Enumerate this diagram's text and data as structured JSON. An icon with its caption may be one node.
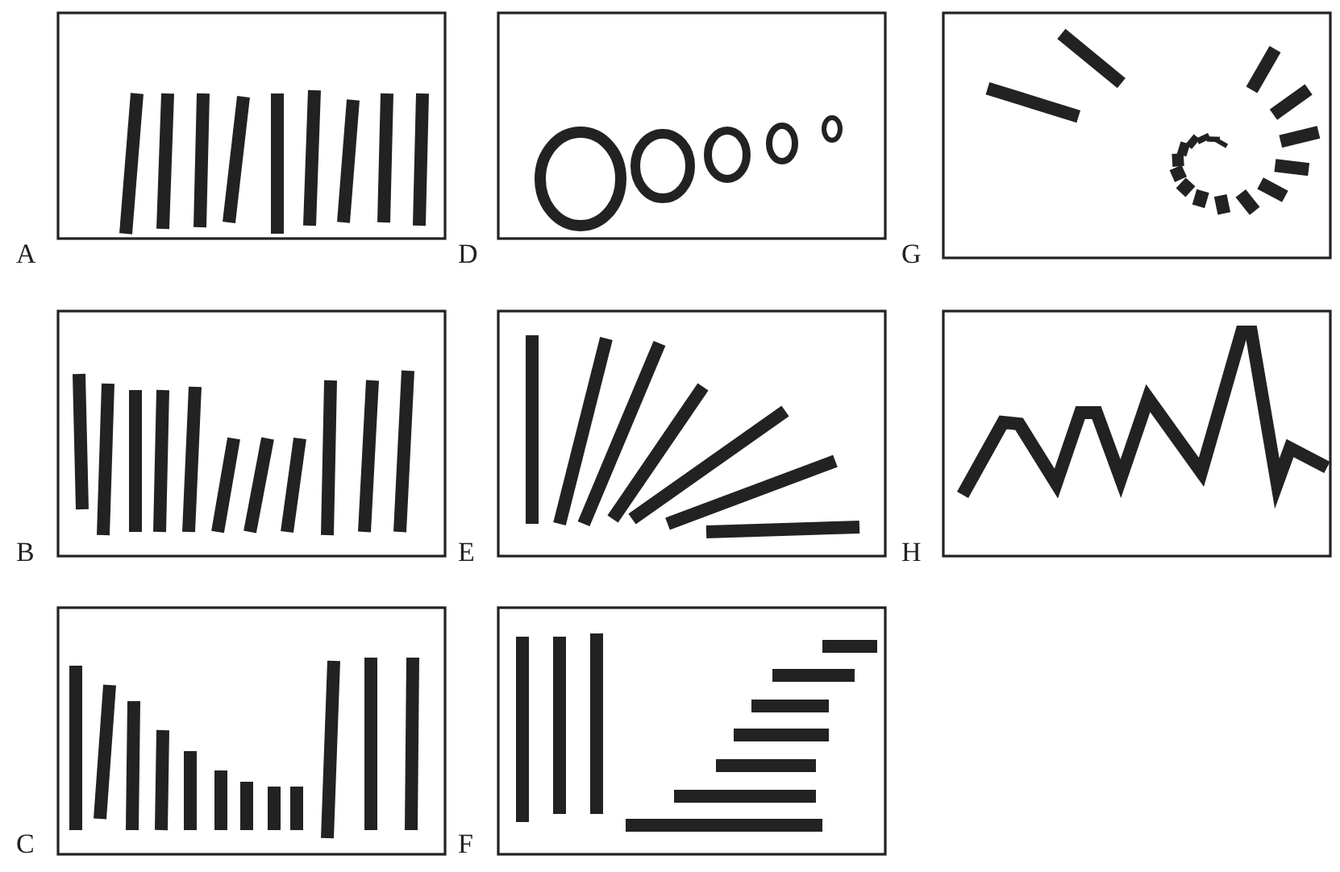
{
  "diagram": {
    "labels": [
      "A",
      "D",
      "G",
      "B",
      "E",
      "H",
      "C",
      "F"
    ]
  }
}
